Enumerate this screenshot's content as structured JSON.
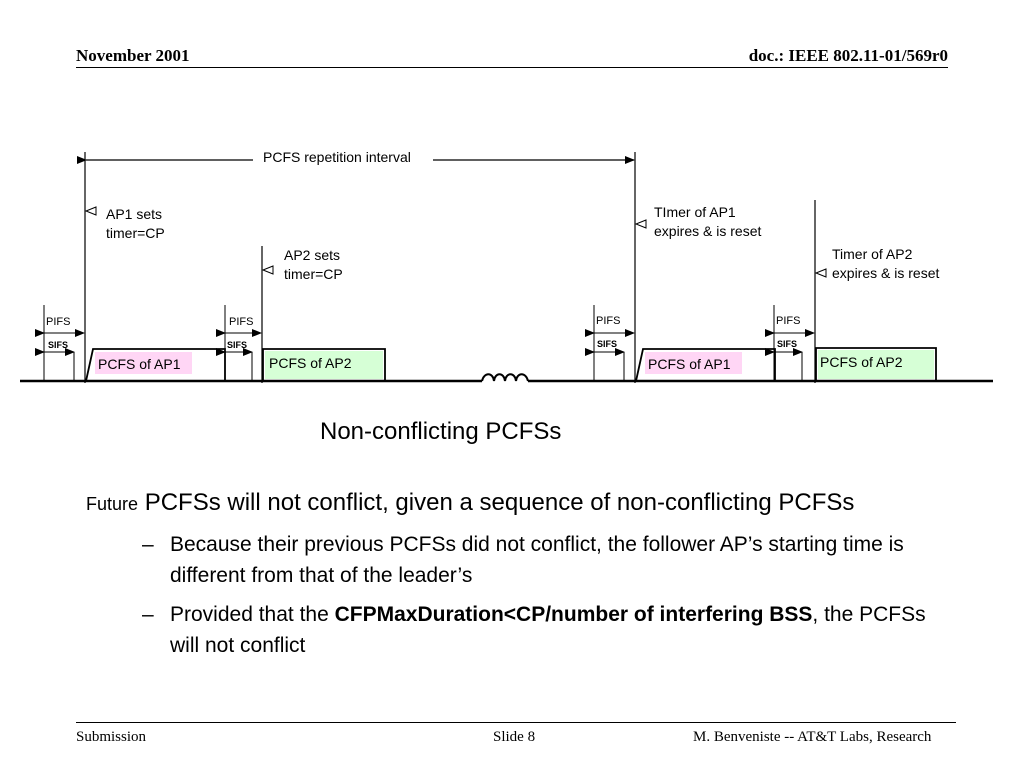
{
  "header": {
    "date": "November 2001",
    "doc": "doc.: IEEE 802.11-01/569r0"
  },
  "diagram": {
    "repetition_label": "PCFS repetition interval",
    "ap1_sets": [
      "AP1 sets",
      "timer=CP"
    ],
    "ap2_sets": [
      "AP2 sets",
      "timer=CP"
    ],
    "timer_ap1": [
      "TImer of AP1",
      "expires & is reset"
    ],
    "timer_ap2": [
      "Timer of AP2",
      "expires & is reset"
    ],
    "pifs": "PIFS",
    "sifs": "SIFS",
    "pcfs_ap1": "PCFS of AP1",
    "pcfs_ap2": "PCFS of AP2",
    "colors": {
      "ap1_fill": "#ffd6f5",
      "ap2_fill": "#d6ffd6"
    }
  },
  "caption": "Non-conflicting PCFSs",
  "bullets": {
    "main_small": "Future",
    "main": " PCFSs will not conflict, given a sequence of non-conflicting PCFSs",
    "dash": "–",
    "sub1": "Because their previous PCFSs did not conflict,  the follower AP’s starting time is different from that of the leader’s",
    "sub2_pre": "Provided that the ",
    "sub2_bold": "CFPMaxDuration<CP/number of interfering BSS",
    "sub2_post": ", the PCFSs will not conflict"
  },
  "footer": {
    "left": "Submission",
    "center": "Slide 8",
    "right": "M. Benveniste -- AT&T Labs, Research"
  }
}
